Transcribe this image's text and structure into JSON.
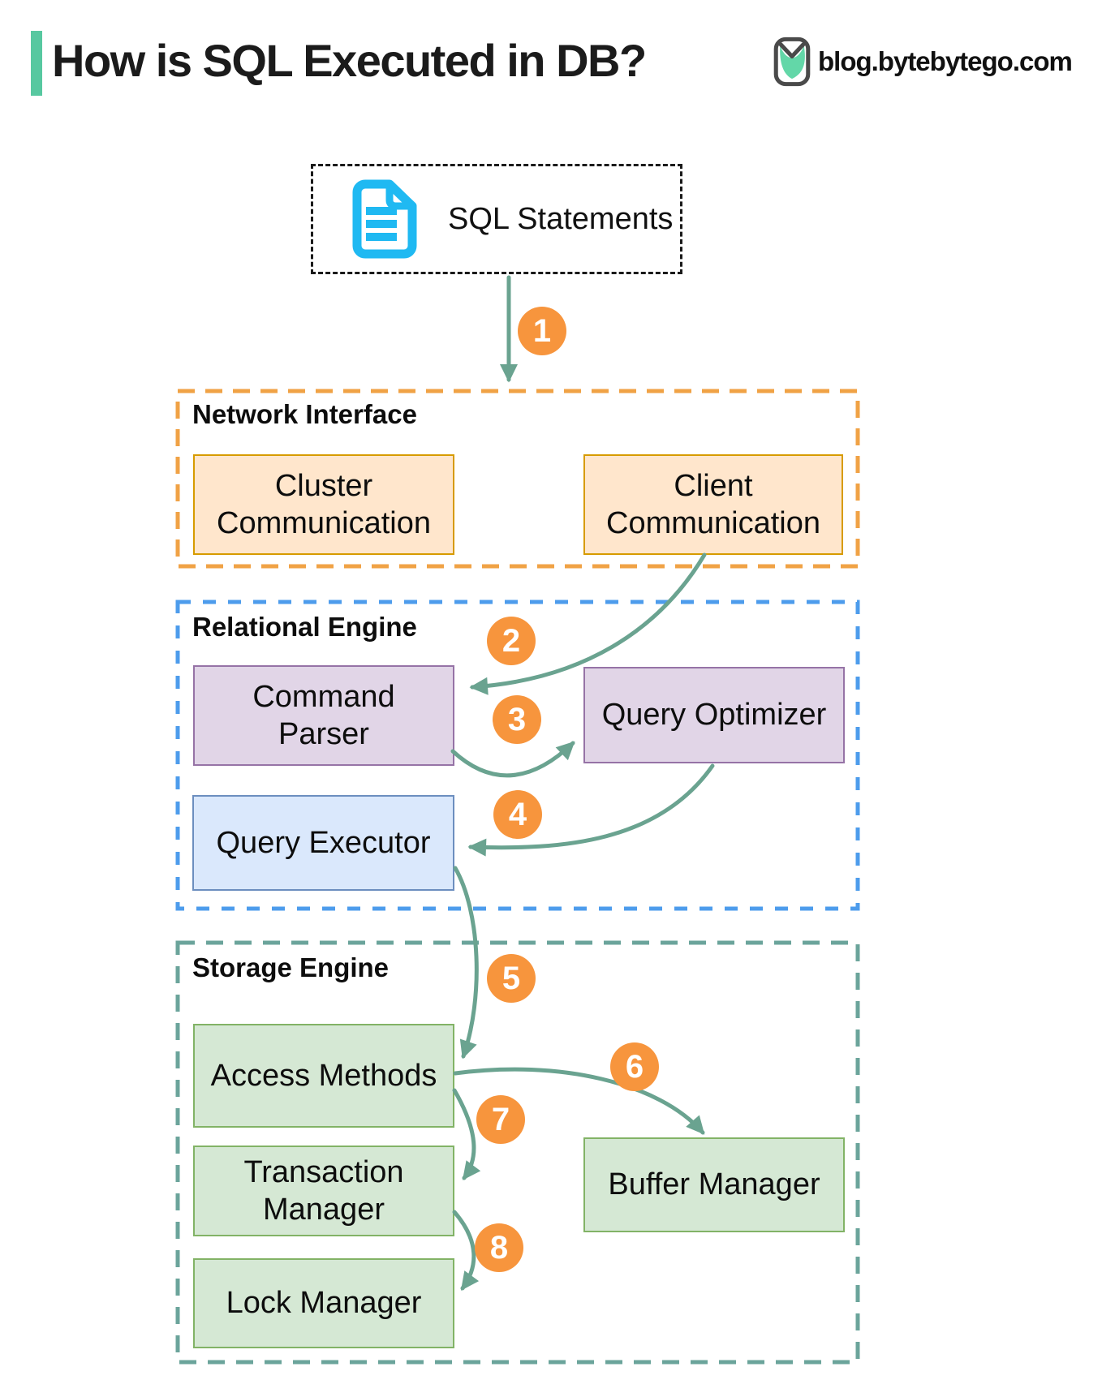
{
  "header": {
    "title": "How is SQL Executed in DB?",
    "brand_url": "blog.bytebytego.com"
  },
  "source": {
    "label": "SQL Statements"
  },
  "sections": {
    "network": {
      "label": "Network Interface"
    },
    "relational": {
      "label": "Relational Engine"
    },
    "storage": {
      "label": "Storage Engine"
    }
  },
  "boxes": {
    "cluster_communication": "Cluster Communication",
    "client_communication": "Client Communication",
    "command_parser": "Command Parser",
    "query_optimizer": "Query Optimizer",
    "query_executor": "Query Executor",
    "access_methods": "Access Methods",
    "transaction_manager": "Transaction Manager",
    "buffer_manager": "Buffer Manager",
    "lock_manager": "Lock Manager"
  },
  "steps": [
    "1",
    "2",
    "3",
    "4",
    "5",
    "6",
    "7",
    "8"
  ],
  "theme": {
    "accent_green": "#57C8A0",
    "title_color": "#1b1b1b",
    "arrow_color": "#6AA390",
    "badge_fill": "#F7953D",
    "badge_text": "#FFFFFF",
    "section_network_border": "#F0A245",
    "section_relational_border": "#4D9CEC",
    "section_storage_border": "#6BA49B",
    "box_orange_fill": "#FFE6CC",
    "box_orange_border": "#D79B00",
    "box_purple_fill": "#E1D5E7",
    "box_purple_border": "#9673A6",
    "box_blue_fill": "#DAE8FC",
    "box_blue_border": "#6C8EBF",
    "box_green_fill": "#D5E8D4",
    "box_green_border": "#82B366",
    "doc_icon_color": "#1FB9F2",
    "sql_box_border": "#1A1A1A",
    "logo_outline": "#4A4A4A",
    "logo_green": "#63D7A8"
  }
}
